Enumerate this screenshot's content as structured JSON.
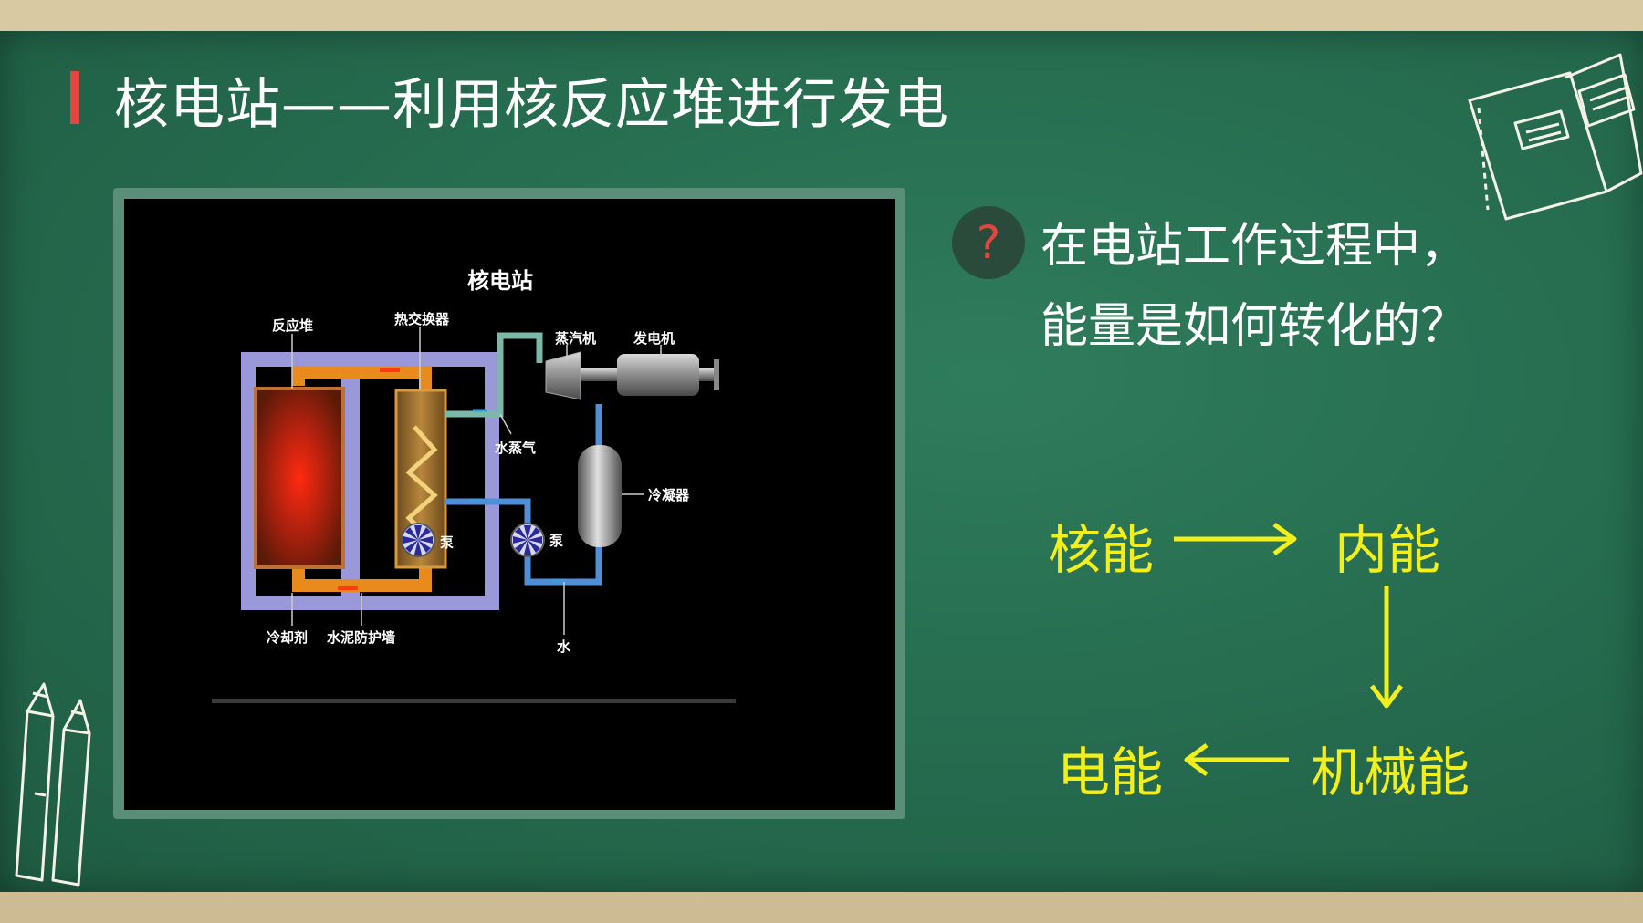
{
  "title": "核电站——利用核反应堆进行发电",
  "question": {
    "icon": "?",
    "line1": "在电站工作过程中，",
    "line2": "能量是如何转化的？"
  },
  "energy_flow": {
    "nuclear": "核能",
    "internal": "内能",
    "mechanical": "机械能",
    "electric": "电能"
  },
  "diagram": {
    "title": "核电站",
    "labels": {
      "reactor": "反应堆",
      "heat_exchanger": "热交换器",
      "turbine": "蒸汽机",
      "generator": "发电机",
      "steam": "水蒸气",
      "condenser": "冷凝器",
      "pump1": "泵",
      "pump2": "泵",
      "water": "水",
      "coolant": "冷却剂",
      "wall": "水泥防护墙"
    }
  },
  "colors": {
    "board": "#256a4e",
    "title_bar": "#e2463f",
    "energy_text": "#f2ef1c",
    "wall": "#9a98d8",
    "pipe_hot": "#e88a1c",
    "pipe_cold": "#4e8fd8",
    "pipe_steam": "#7ab8a8"
  }
}
